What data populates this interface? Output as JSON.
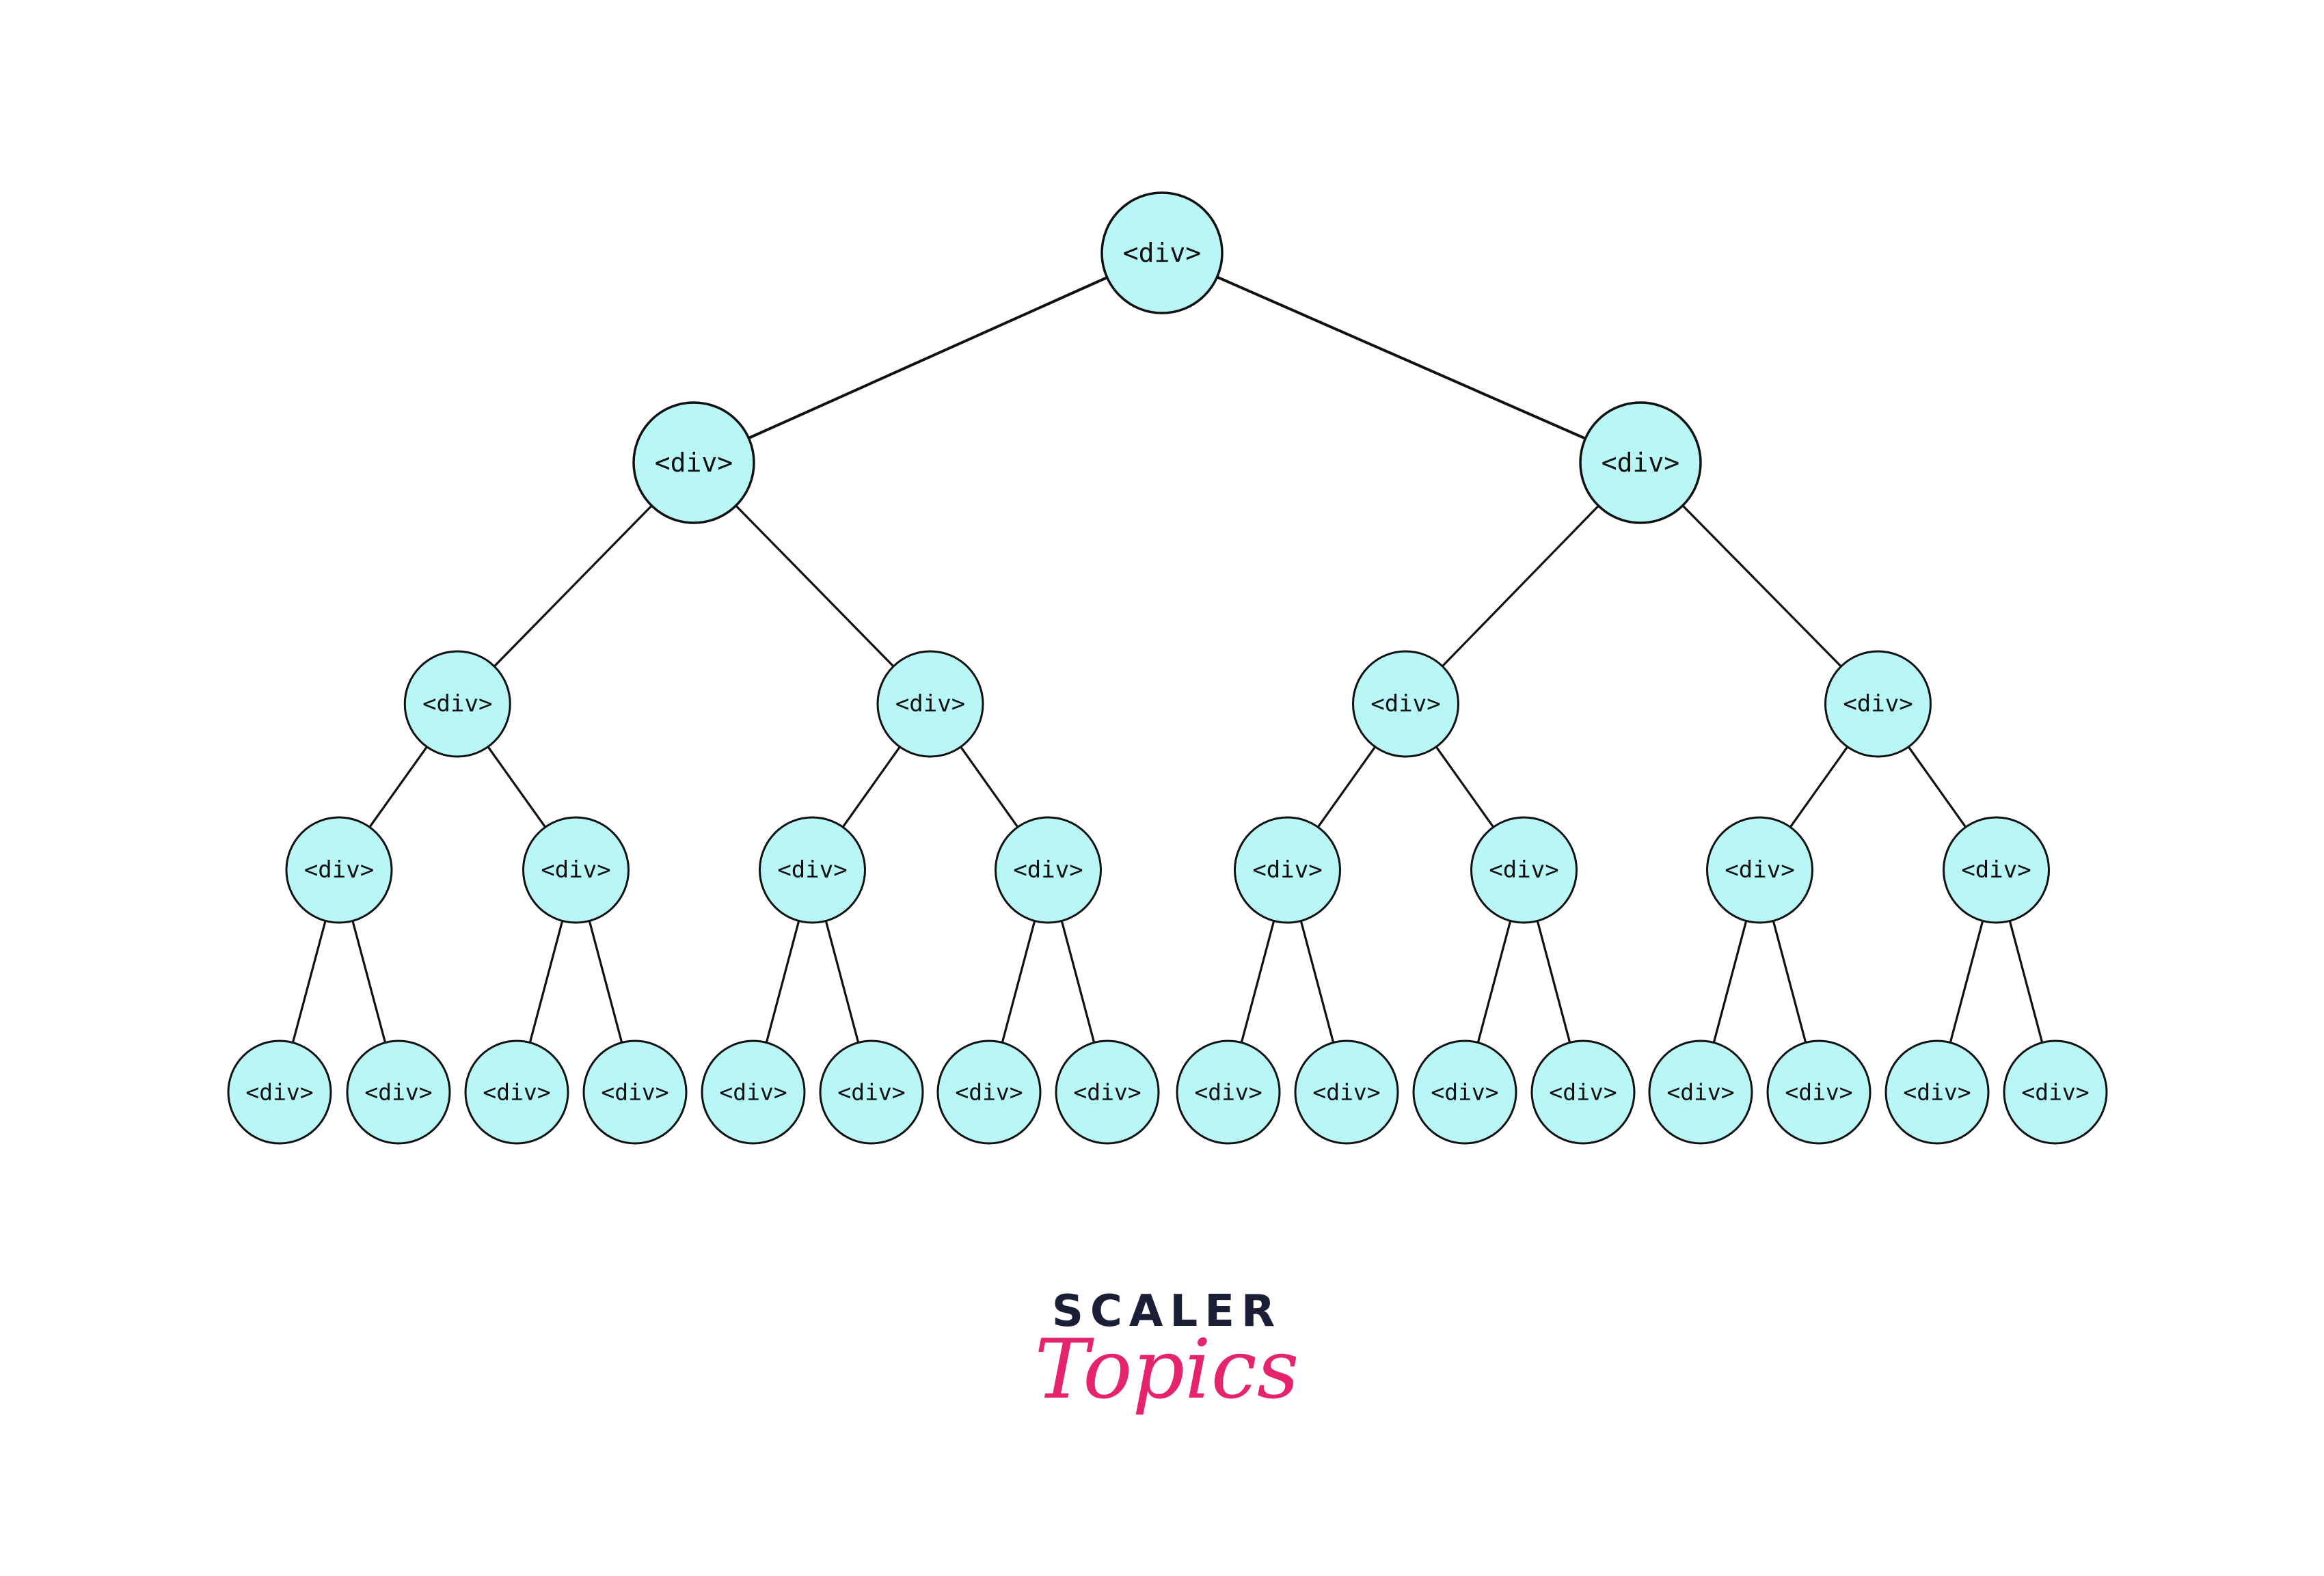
{
  "tree": {
    "node_label": "<div>",
    "depth": 5,
    "branching": 2,
    "style": {
      "node_fill": "#b8f7f5",
      "node_stroke": "#111111",
      "edge_color": "#111111"
    }
  },
  "logo": {
    "line1": "SCALER",
    "line2": "Topics",
    "line1_color": "#1a1f36",
    "line2_color": "#e6246e"
  }
}
